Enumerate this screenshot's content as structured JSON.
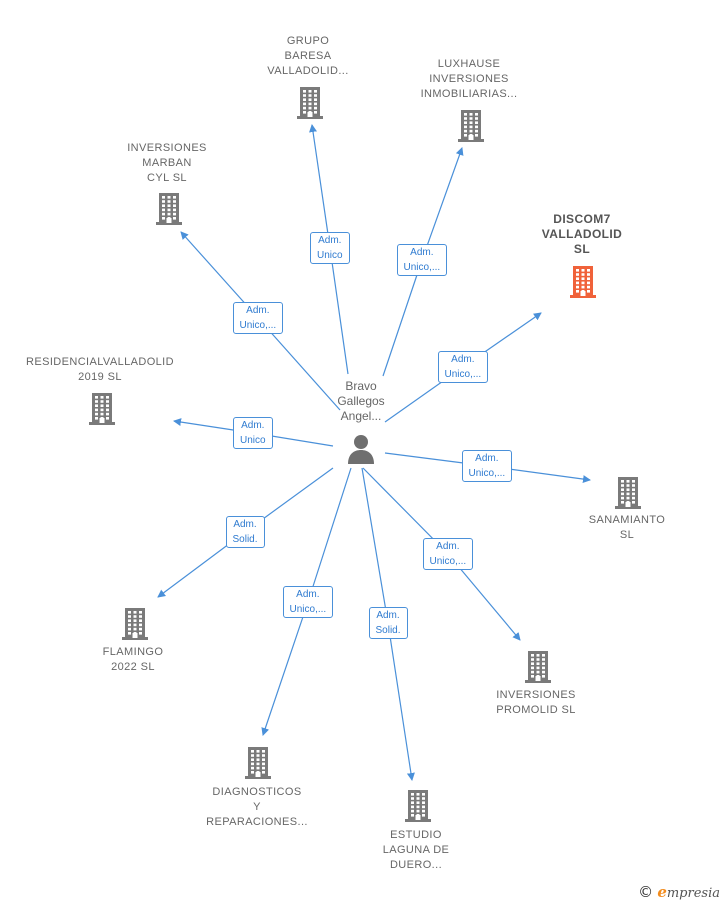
{
  "center": {
    "label": "Bravo\nGallegos\nAngel..."
  },
  "companies": [
    {
      "id": "grupo-baresa",
      "label": "GRUPO\nBARESA\nVALLADOLID...",
      "highlight": false
    },
    {
      "id": "luxhause",
      "label": "LUXHAUSE\nINVERSIONES\nINMOBILIARIAS...",
      "highlight": false
    },
    {
      "id": "inversiones-marban",
      "label": "INVERSIONES\nMARBAN\nCYL  SL",
      "highlight": false
    },
    {
      "id": "discom7",
      "label": "DISCOM7\nVALLADOLID\nSL",
      "highlight": true
    },
    {
      "id": "residencial",
      "label": "RESIDENCIALVALLADOLID\n2019  SL",
      "highlight": false
    },
    {
      "id": "sanamianto",
      "label": "SANAMIANTO\nSL",
      "highlight": false
    },
    {
      "id": "flamingo",
      "label": "FLAMINGO\n2022  SL",
      "highlight": false
    },
    {
      "id": "inversiones-promolid",
      "label": "INVERSIONES\nPROMOLID  SL",
      "highlight": false
    },
    {
      "id": "diagnosticos",
      "label": "DIAGNOSTICOS\nY\nREPARACIONES...",
      "highlight": false
    },
    {
      "id": "estudio-laguna",
      "label": "ESTUDIO\nLAGUNA DE\nDUERO...",
      "highlight": false
    }
  ],
  "relations": [
    {
      "target": "grupo-baresa",
      "label": "Adm.\nUnico"
    },
    {
      "target": "luxhause",
      "label": "Adm.\nUnico,..."
    },
    {
      "target": "inversiones-marban",
      "label": "Adm.\nUnico,..."
    },
    {
      "target": "discom7",
      "label": "Adm.\nUnico,..."
    },
    {
      "target": "residencial",
      "label": "Adm.\nUnico"
    },
    {
      "target": "sanamianto",
      "label": "Adm.\nUnico,..."
    },
    {
      "target": "flamingo",
      "label": "Adm.\nSolid."
    },
    {
      "target": "inversiones-promolid",
      "label": "Adm.\nUnico,..."
    },
    {
      "target": "diagnosticos",
      "label": "Adm.\nUnico,..."
    },
    {
      "target": "estudio-laguna",
      "label": "Adm.\nSolid."
    }
  ],
  "colors": {
    "edge": "#4a90d9",
    "building": "#7a7a7a",
    "highlight": "#f0623a",
    "person": "#6f6f6f"
  },
  "footer": {
    "symbol": "©",
    "brand_initial": "e",
    "brand_rest": "mpresia"
  }
}
